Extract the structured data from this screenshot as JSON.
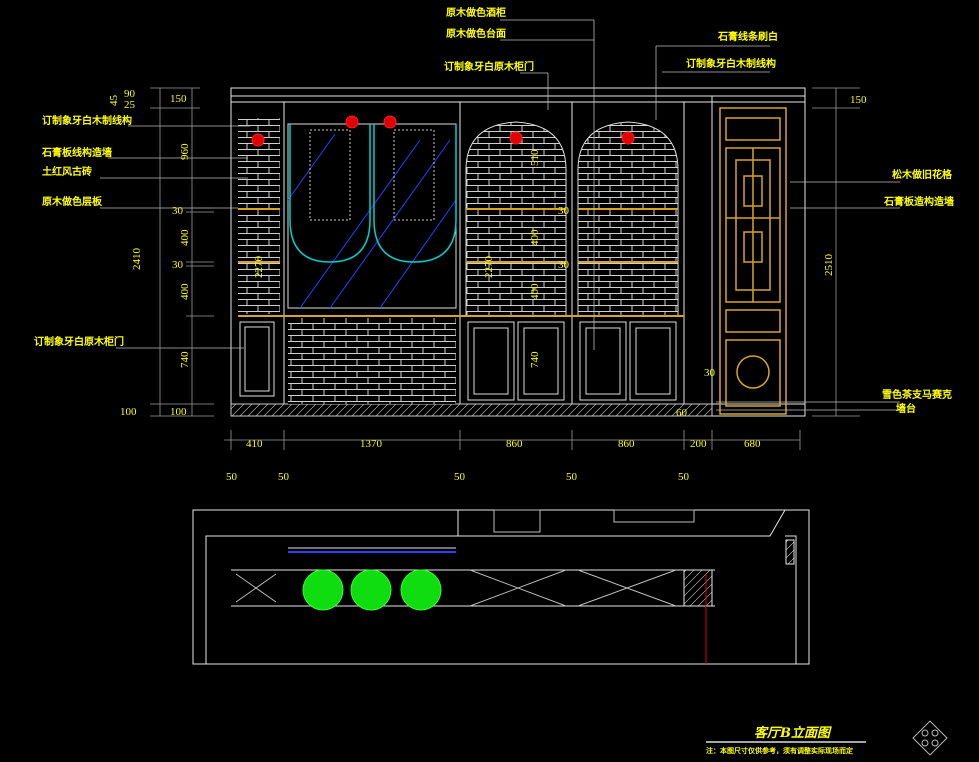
{
  "drawing": {
    "title": "客厅B立面图",
    "note": "注：本图尺寸仅供参考，须有调整实际现场而定"
  },
  "callouts": {
    "top": [
      "原木做色酒柜",
      "原木做色台面",
      "订制象牙白原木柜门"
    ],
    "top_right": [
      "石膏线条刷白",
      "订制象牙白木制线构"
    ],
    "left": [
      "订制象牙白木制线构",
      "石膏板线构造墙",
      "土红风古砖",
      "原木做色层板",
      "订制象牙白原木柜门"
    ],
    "right": [
      "松木做旧花格",
      "石膏板造构造墙",
      "雪色茶支马赛克",
      "墙台"
    ]
  },
  "dimensions": {
    "bottom": [
      "410",
      "1370",
      "860",
      "860",
      "200",
      "680"
    ],
    "bottom_gap": [
      "50",
      "50",
      "50",
      "50",
      "50"
    ],
    "left_outer": [
      "2410"
    ],
    "left_inner": [
      "150",
      "960",
      "30",
      "400",
      "30",
      "400",
      "740",
      "100"
    ],
    "left_small": [
      "90",
      "25",
      "45"
    ],
    "left_base": "100",
    "right": [
      "150",
      "2510"
    ],
    "inner": [
      "2270",
      "510",
      "30",
      "400",
      "30",
      "400",
      "740",
      "2270",
      "30",
      "60"
    ]
  }
}
